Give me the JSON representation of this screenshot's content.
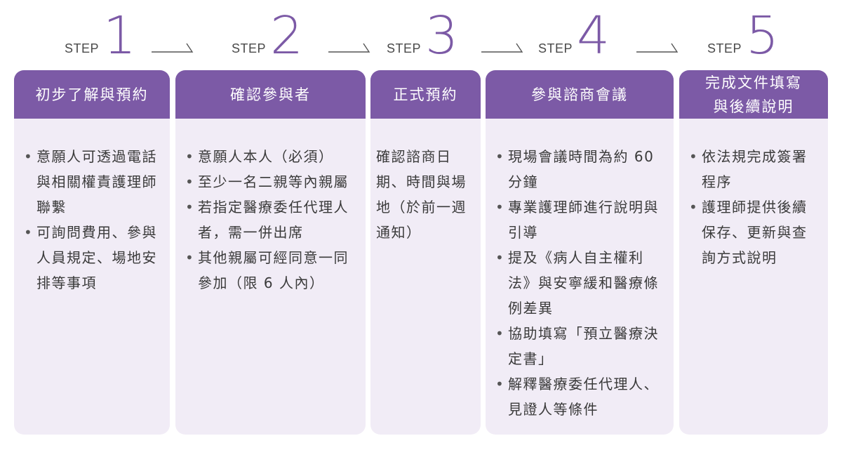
{
  "steps": [
    {
      "word": "STEP",
      "num": "1",
      "title": "初步了解與預約",
      "items": [
        "意願人可透過電話與相關權責護理師聯繫",
        "可詢問費用、參與人員規定、場地安排等事項"
      ]
    },
    {
      "word": "STEP",
      "num": "2",
      "title": "確認參與者",
      "items": [
        "意願人本人（必須）",
        "至少一名二親等內親屬",
        "若指定醫療委任代理人者，需一併出席",
        "其他親屬可經同意一同參加（限 6 人內）"
      ]
    },
    {
      "word": "STEP",
      "num": "3",
      "title": "正式預約",
      "text": "確認諮商日期、時間與場地（於前一週通知）"
    },
    {
      "word": "STEP",
      "num": "4",
      "title": "參與諮商會議",
      "items": [
        "現場會議時間為約 60 分鐘",
        "專業護理師進行說明與引導",
        "提及《病人自主權利法》與安寧緩和醫療條例差異",
        "協助填寫「預立醫療決定書」",
        "解釋醫療委任代理人、見證人等條件"
      ]
    },
    {
      "word": "STEP",
      "num": "5",
      "title": "完成文件填寫\n與後續說明",
      "items": [
        "依法規完成簽署程序",
        "護理師提供後續保存、更新與查詢方式說明"
      ]
    }
  ],
  "colors": {
    "accent": "#7c5aa6",
    "card_bg": "#f1ecf6"
  }
}
